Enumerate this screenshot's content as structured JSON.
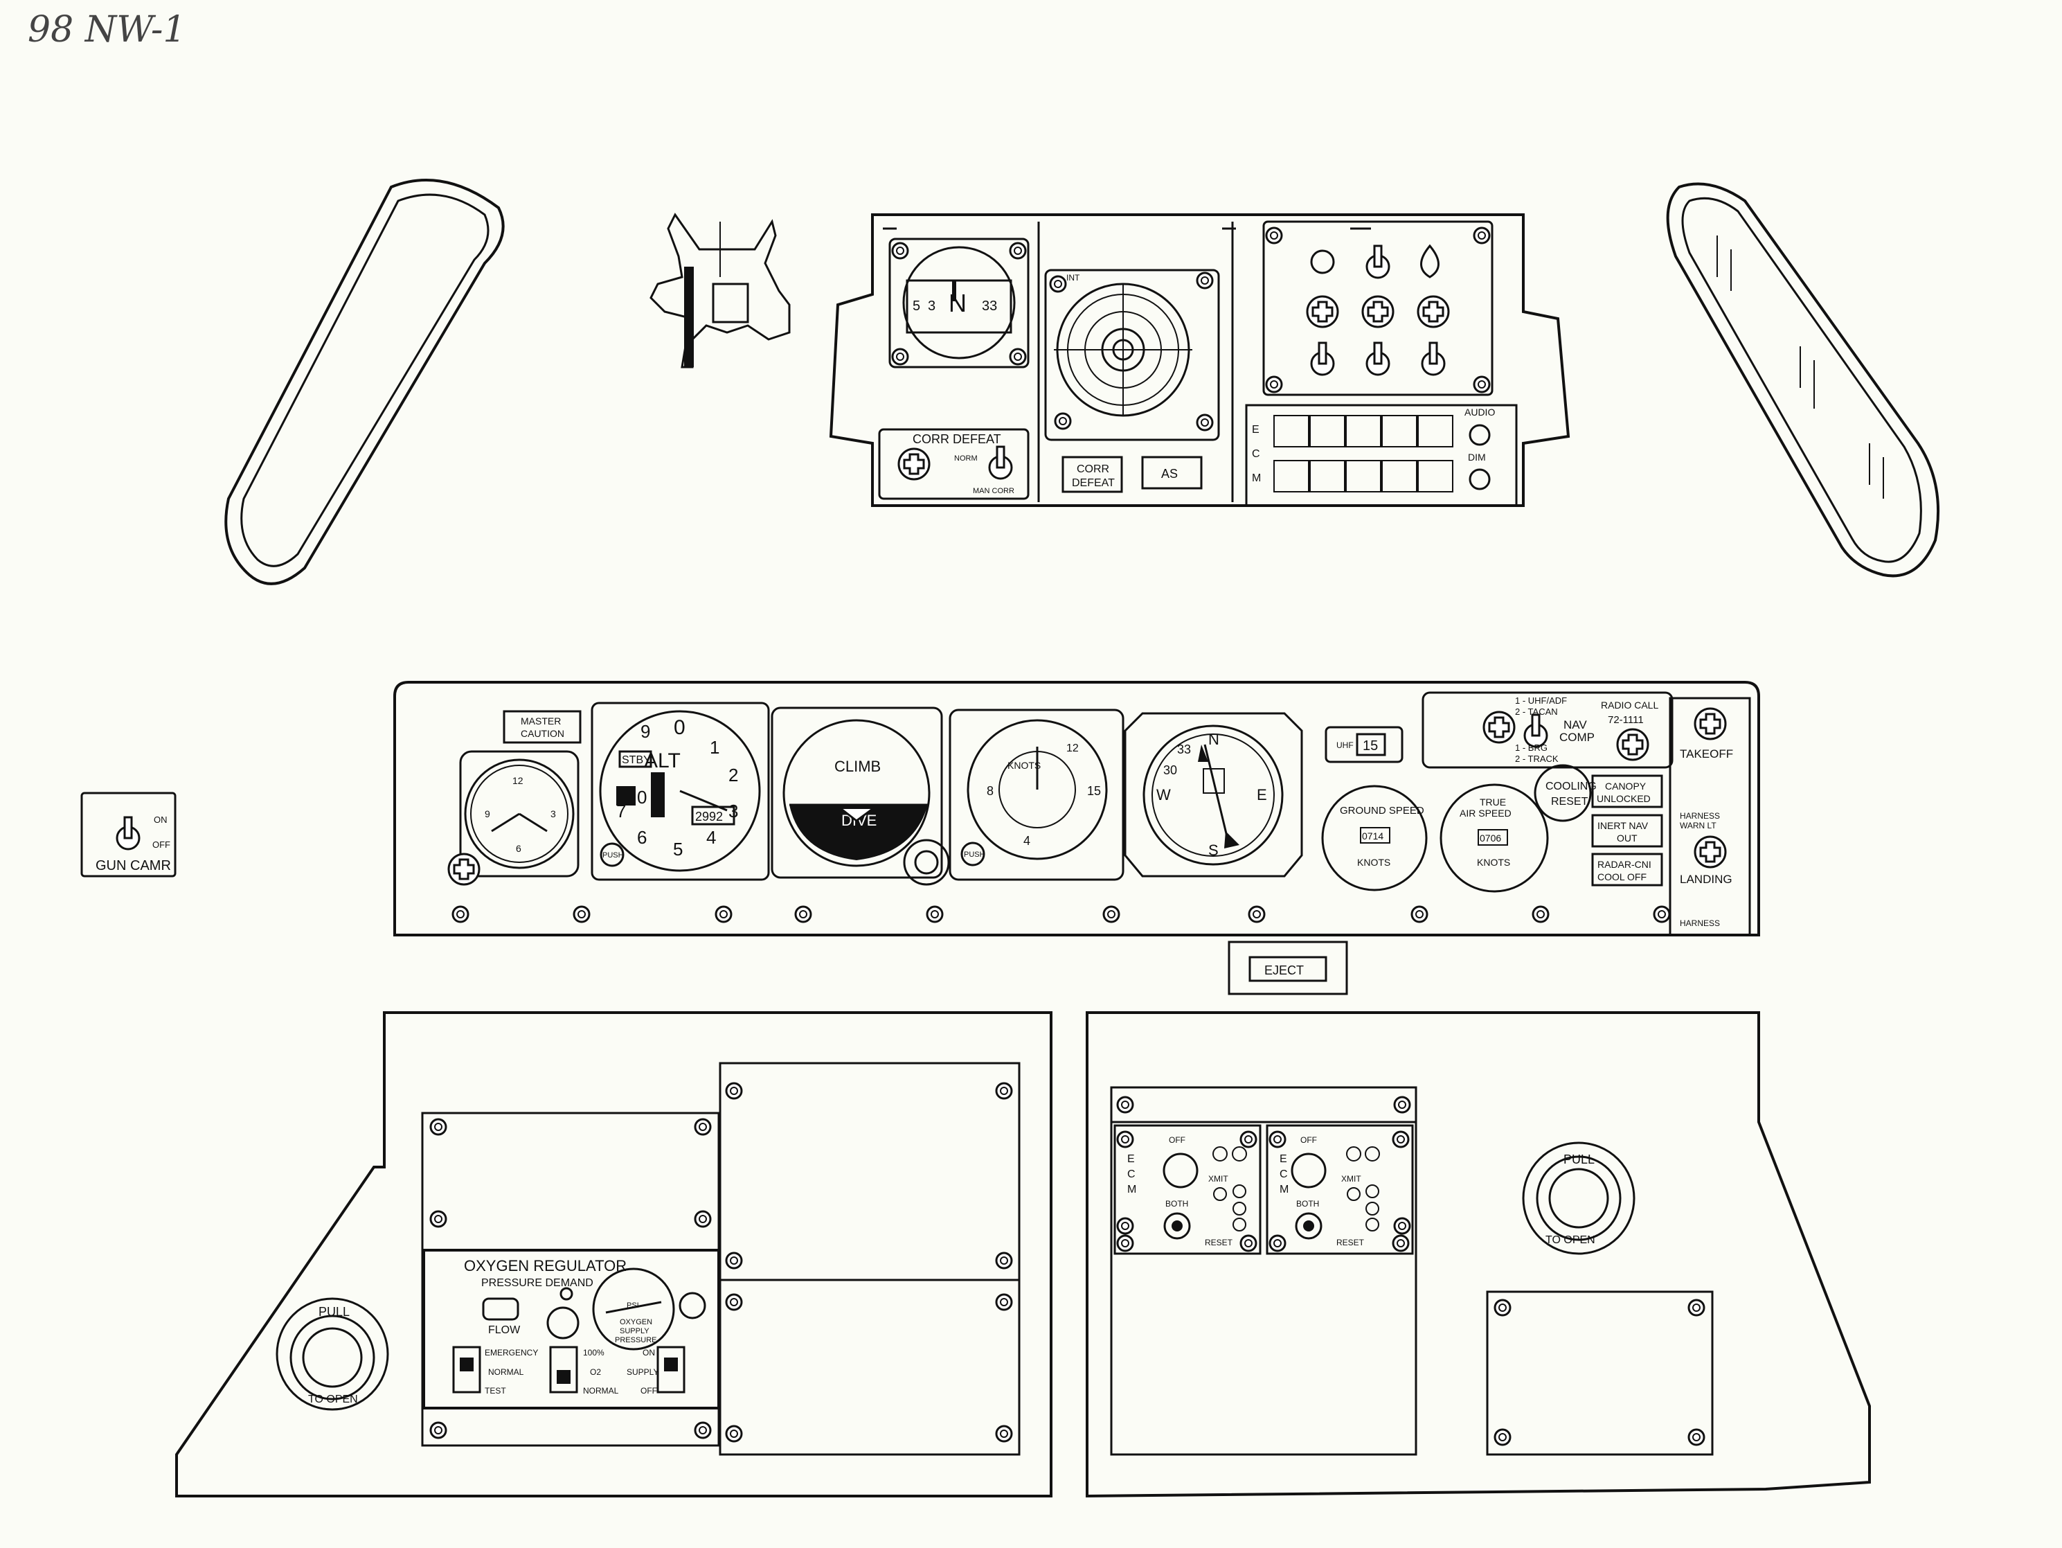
{
  "drawing": {
    "handwritten_ref": "98 NW-1"
  },
  "console": {
    "corr_defeat_title": "CORR DEFEAT",
    "norm_label": "NORM",
    "man_corr_label": "MAN CORR",
    "corr_button_line1": "CORR",
    "corr_button_line2": "DEFEAT",
    "as_label": "AS",
    "ecm_e": "E",
    "ecm_c": "C",
    "ecm_m": "M",
    "audio_label": "AUDIO",
    "dim_label": "DIM"
  },
  "gun_camera": {
    "on_label": "ON",
    "off_label": "OFF",
    "title": "GUN CAMR"
  },
  "main_panel": {
    "master_caution_line1": "MASTER",
    "master_caution_line2": "CAUTION",
    "alt_label": "ALT",
    "stby_label": "STBY",
    "push_label": "PUSH",
    "climb_label": "CLIMB",
    "dive_label": "DIVE",
    "knots_small_label": "KNOTS",
    "uhf_label": "UHF",
    "uhf_channel": "15",
    "ground_speed_label": "GROUND SPEED",
    "ground_speed_value": "0714",
    "true_label": "TRUE",
    "air_speed_label": "AIR SPEED",
    "true_air_speed_value": "0706",
    "knots_label": "KNOTS",
    "cooling_label": "COOLING",
    "reset_label": "RESET",
    "nav_opt1": "1 - UHF/ADF",
    "nav_opt2": "2 - TACAN",
    "nav_opt3": "1 - BRG",
    "nav_opt4": "2 - TRACK",
    "nav_label": "NAV",
    "comp_label": "COMP",
    "radio_call_label": "RADIO CALL",
    "radio_call_number": "72-1111",
    "canopy_line1": "CANOPY",
    "canopy_line2": "UNLOCKED",
    "inert_line1": "INERT NAV",
    "inert_line2": "OUT",
    "radar_line1": "RADAR-CNI",
    "radar_line2": "COOL OFF",
    "takeoff_label": "TAKEOFF",
    "harness_warn_line1": "HARNESS",
    "harness_warn_line2": "WARN LT",
    "landing_label": "LANDING",
    "harness_label": "HARNESS",
    "eject_label": "EJECT"
  },
  "oxygen": {
    "title": "OXYGEN REGULATOR",
    "subtitle": "PRESSURE DEMAND",
    "flow_label": "FLOW",
    "psi_label": "PSI",
    "oxygen_label": "OXYGEN",
    "supply_label": "SUPPLY",
    "pressure_label": "PRESSURE",
    "emergency_label": "EMERGENCY",
    "normal_label": "NORMAL",
    "test_label": "TEST",
    "pct100_label": "100%",
    "o2_label": "O2",
    "on_label": "ON",
    "supply_switch_label": "SUPPLY",
    "off_label": "OFF"
  },
  "lower": {
    "pull_label": "PULL",
    "to_open_label": "TO OPEN"
  }
}
